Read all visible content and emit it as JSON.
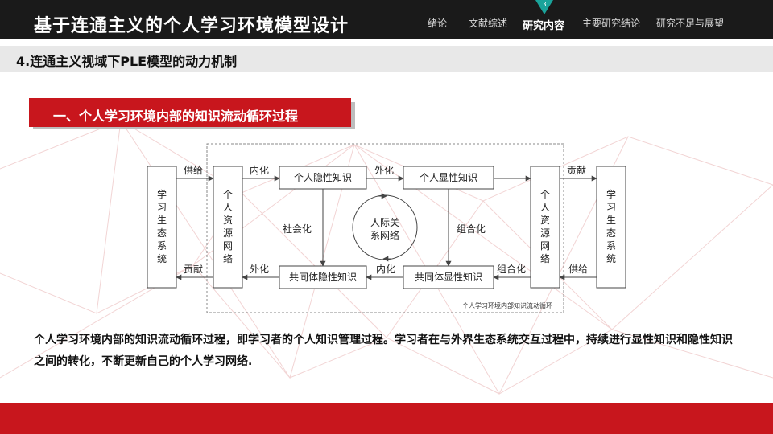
{
  "header": {
    "title": "基于连通主义的个人学习环境模型设计",
    "nav": [
      "绪论",
      "文献综述",
      "研究内容",
      "主要研究结论",
      "研究不足与展望"
    ],
    "active_index": 2,
    "marker_number": "3",
    "accent_color": "#1aa39a",
    "bar_color": "#1a1a1a"
  },
  "subheader": {
    "title": "4.连通主义视域下PLE模型的动力机制"
  },
  "section": {
    "title": "一、个人学习环境内部的知识流动循环过程",
    "color": "#c8161d"
  },
  "diagram": {
    "left_ecosystem": [
      "学",
      "习",
      "生",
      "态",
      "系",
      "统"
    ],
    "left_network": [
      "个",
      "人",
      "资",
      "源",
      "网",
      "络"
    ],
    "right_network": [
      "个",
      "人",
      "资",
      "源",
      "网",
      "络"
    ],
    "right_ecosystem": [
      "学",
      "习",
      "生",
      "态",
      "系",
      "统"
    ],
    "personal_tacit": "个人隐性知识",
    "personal_explicit": "个人显性知识",
    "community_tacit": "共同体隐性知识",
    "community_explicit": "共同体显性知识",
    "center_line1": "人际关",
    "center_line2": "系网络",
    "labels": {
      "supply_left": "供给",
      "internalize_top": "内化",
      "externalize_top": "外化",
      "contribute_right": "贡献",
      "socialize": "社会化",
      "combine_mid": "组合化",
      "contribute_left": "贡献",
      "externalize_bottom": "外化",
      "internalize_bottom": "内化",
      "combine_bottom": "组合化",
      "supply_right": "供给"
    },
    "caption": "个人学习环境内部知识流动循环"
  },
  "body": {
    "text": "个人学习环境内部的知识流动循环过程，即学习者的个人知识管理过程。学习者在与外界生态系统交互过程中，持续进行显性知识和隐性知识之间的转化，不断更新自己的个人学习网络."
  },
  "footer": {
    "color": "#c8161d"
  }
}
